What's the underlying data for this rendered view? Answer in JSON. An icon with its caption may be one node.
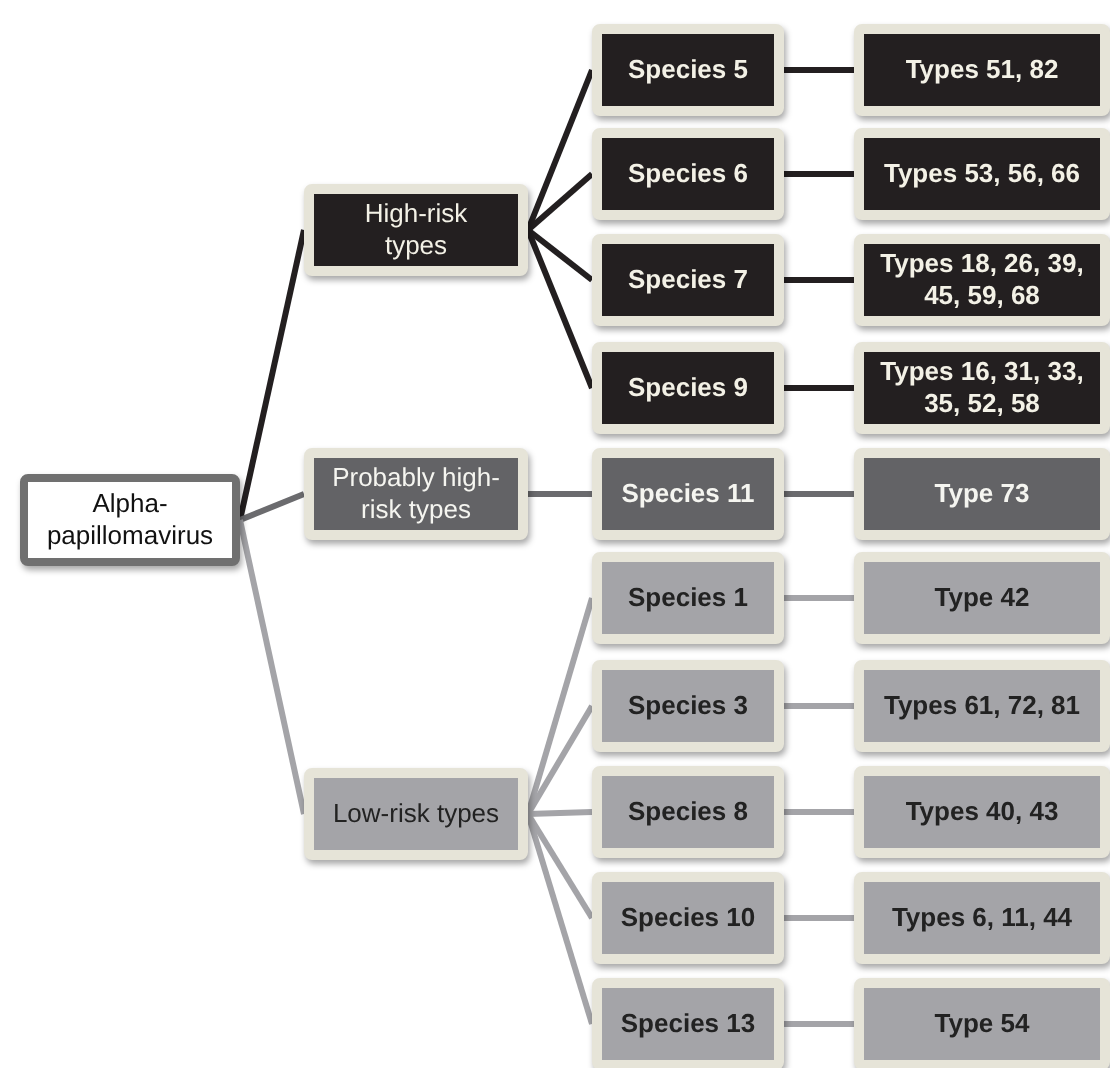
{
  "diagram": {
    "nodes": [
      {
        "text": [
          "Alpha-papillomavirus"
        ]
      },
      {
        "text": [
          "High-risk types"
        ]
      },
      {
        "text": [
          "Probably high-risk types"
        ]
      },
      {
        "text": [
          "Low-risk types"
        ]
      },
      {
        "text": [
          "Species 5"
        ]
      },
      {
        "text": [
          "Species 6"
        ]
      },
      {
        "text": [
          "Species 7"
        ]
      },
      {
        "text": [
          "Species 9"
        ]
      },
      {
        "text": [
          "Species 11"
        ]
      },
      {
        "text": [
          "Species 1"
        ]
      },
      {
        "text": [
          "Species 3"
        ]
      },
      {
        "text": [
          "Species 8"
        ]
      },
      {
        "text": [
          "Species 10"
        ]
      },
      {
        "text": [
          "Species 13"
        ]
      },
      {
        "text": [
          "Types 51, 82"
        ]
      },
      {
        "text": [
          "Types 53, 56, 66"
        ]
      },
      {
        "text": [
          "Types 18, 26, 39, 45, 59, 68"
        ]
      },
      {
        "text": [
          "Types 16, 31, 33, 35, 52, 58"
        ]
      },
      {
        "text": [
          "Type 73"
        ]
      },
      {
        "text": [
          "Type 42"
        ]
      },
      {
        "text": [
          "Types 61, 72, 81"
        ]
      },
      {
        "text": [
          "Types 40, 43"
        ]
      },
      {
        "text": [
          "Types 6, 11, 44"
        ]
      },
      {
        "text": [
          "Type 54"
        ]
      }
    ],
    "edges": [
      {
        "from": 0,
        "to": 1,
        "arrow": "none",
        "color": "#231f20"
      },
      {
        "from": 0,
        "to": 2,
        "arrow": "none",
        "color": "#6b6b6e"
      },
      {
        "from": 0,
        "to": 3,
        "arrow": "none"
      },
      {
        "from": 1,
        "to": 4,
        "arrow": "none",
        "color": "#231f20"
      },
      {
        "from": 1,
        "to": 5,
        "arrow": "none",
        "color": "#231f20"
      },
      {
        "from": 1,
        "to": 6,
        "arrow": "none",
        "color": "#231f20"
      },
      {
        "from": 1,
        "to": 7,
        "arrow": "none",
        "color": "#231f20"
      },
      {
        "from": 2,
        "to": 8,
        "arrow": "none",
        "color": "#6b6b6e"
      },
      {
        "from": 3,
        "to": 9,
        "arrow": "none"
      },
      {
        "from": 3,
        "to": 10,
        "arrow": "none"
      },
      {
        "from": 3,
        "to": 11,
        "arrow": "none"
      },
      {
        "from": 3,
        "to": 12,
        "arrow": "none"
      },
      {
        "from": 3,
        "to": 13,
        "arrow": "none"
      },
      {
        "from": 4,
        "to": 14,
        "arrow": "none",
        "color": "#231f20"
      },
      {
        "from": 5,
        "to": 15,
        "arrow": "none",
        "color": "#231f20"
      },
      {
        "from": 6,
        "to": 16,
        "arrow": "none",
        "color": "#231f20"
      },
      {
        "from": 7,
        "to": 17,
        "arrow": "none",
        "color": "#231f20"
      },
      {
        "from": 8,
        "to": 18,
        "arrow": "none",
        "color": "#6b6b6e"
      },
      {
        "from": 9,
        "to": 19,
        "arrow": "none"
      },
      {
        "from": 10,
        "to": 20,
        "arrow": "none"
      },
      {
        "from": 11,
        "to": 21,
        "arrow": "none"
      },
      {
        "from": 12,
        "to": 22,
        "arrow": "none"
      },
      {
        "from": 13,
        "to": 23,
        "arrow": "none"
      }
    ]
  }
}
